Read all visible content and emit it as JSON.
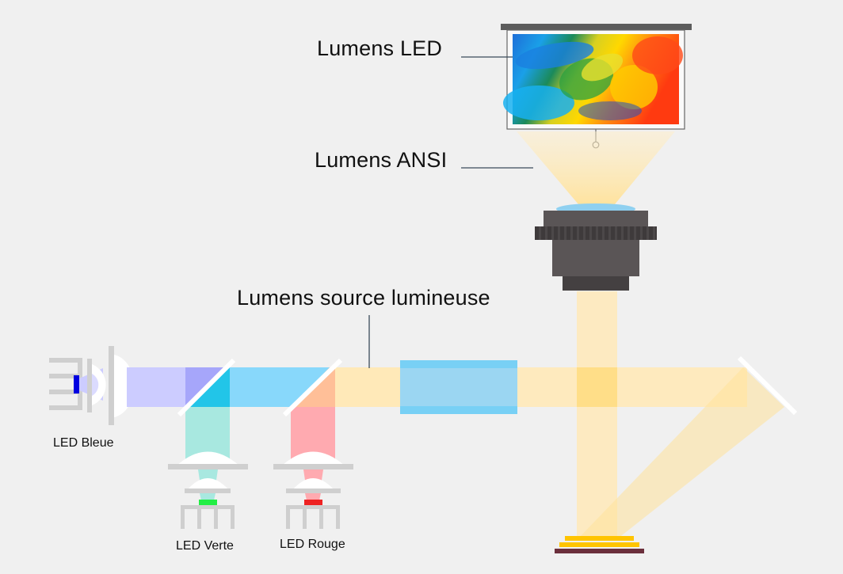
{
  "diagram": {
    "type": "projector-optical-path",
    "background": "#f0f0f0",
    "labels": {
      "lumens_led": "Lumens LED",
      "lumens_ansi": "Lumens ANSI",
      "lumens_source": "Lumens source lumineuse",
      "led_blue": "LED Bleue",
      "led_green": "LED Verte",
      "led_red": "LED Rouge"
    },
    "colors": {
      "blue_led": "#0000e0",
      "green_led": "#22ee44",
      "red_led": "#ee2222",
      "blue_beam": "#ccccff",
      "cyan_beam": "#88d8fb",
      "teal_beam": "#a8e8e0",
      "pink_beam": "#ffaab0",
      "yellow_beam": "#ffe9b8",
      "lens_body": "#5a5556",
      "lens_glass": "#8fd0f0",
      "dmd_yellow": "#ffc400",
      "dmd_base": "#6b2f3c",
      "screen_frame": "#5c5c5c",
      "leader_line": "#3a4a5a"
    },
    "components": [
      {
        "id": "screen",
        "label_ref": "lumens_led"
      },
      {
        "id": "projection-lens",
        "label_ref": "lumens_ansi"
      },
      {
        "id": "blue-led",
        "label_ref": "led_blue"
      },
      {
        "id": "green-led",
        "label_ref": "led_green"
      },
      {
        "id": "red-led",
        "label_ref": "led_red"
      },
      {
        "id": "dichroic-mirror-1"
      },
      {
        "id": "dichroic-mirror-2"
      },
      {
        "id": "light-tunnel",
        "label_ref": "lumens_source"
      },
      {
        "id": "fold-mirror"
      },
      {
        "id": "dmd-chip"
      }
    ]
  }
}
